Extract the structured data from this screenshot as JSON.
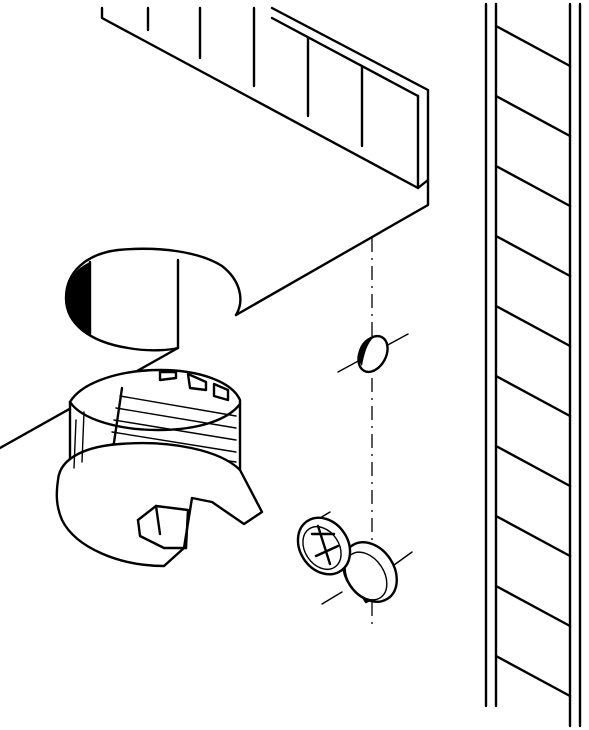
{
  "diagram": {
    "kind": "technical-line-drawing",
    "background_color": "#ffffff",
    "line_color": "#000000",
    "parts": [
      "panel-top-edge-slats",
      "panel-bore-hole",
      "side-panel-slats",
      "cam-lock-housing",
      "dowel-bore",
      "connecting-bolt"
    ]
  }
}
